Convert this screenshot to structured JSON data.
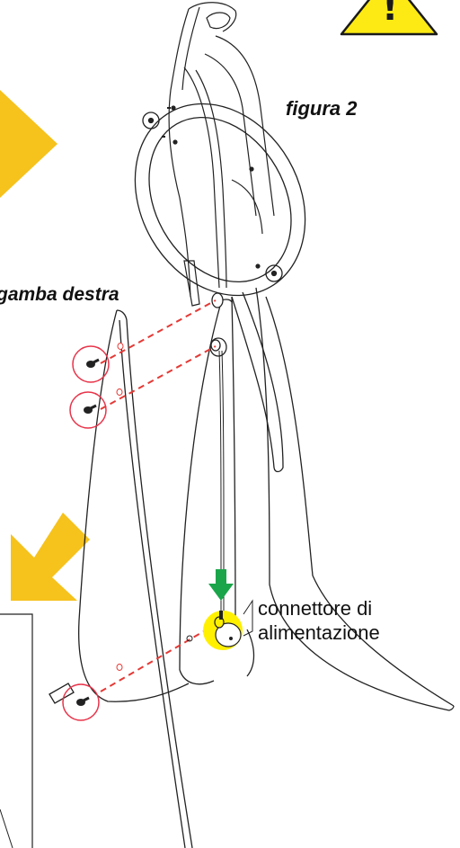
{
  "labels": {
    "figure": "figura 2",
    "leg": "gamba destra",
    "connector_line1": "connettore di",
    "connector_line2": "alimentazione"
  },
  "warning": {
    "symbol": "!",
    "icon": "warning-triangle-icon"
  },
  "colors": {
    "arrow_yellow": "#f6c21c",
    "warning_yellow": "#fdea14",
    "screw_circle": "#e8344a",
    "dashed_line": "#e53935",
    "green_arrow": "#1aa54a",
    "connector_highlight": "#fff000"
  }
}
